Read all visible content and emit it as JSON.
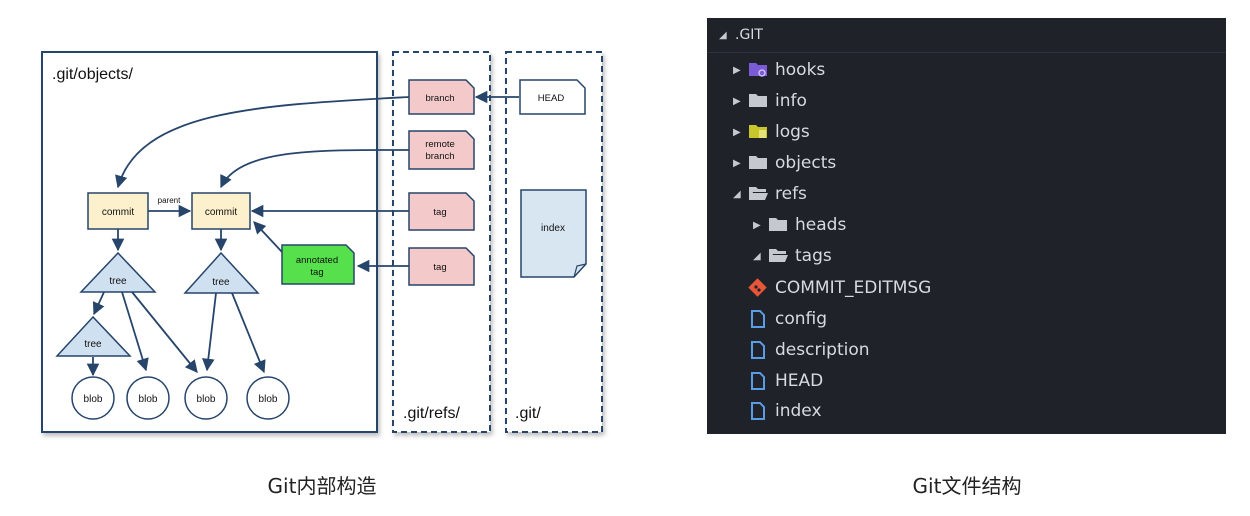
{
  "diagram": {
    "panel_labels": {
      "objects": ".git/objects/",
      "refs": ".git/refs/",
      "git": ".git/"
    },
    "nodes": {
      "commit1": "commit",
      "commit2": "commit",
      "parent": "parent",
      "tree1": "tree",
      "tree2": "tree",
      "tree3": "tree",
      "blob1": "blob",
      "blob2": "blob",
      "blob3": "blob",
      "blob4": "blob",
      "annotated_tag": [
        "annotated",
        "tag"
      ],
      "branch": "branch",
      "remote_branch": [
        "remote",
        "branch"
      ],
      "tag1": "tag",
      "tag2": "tag",
      "head": "HEAD",
      "index": "index"
    },
    "caption": "Git内部构造"
  },
  "file_tree": {
    "root": ".GIT",
    "items": [
      {
        "name": "hooks",
        "icon": "hooks-folder-icon",
        "expanded": false,
        "depth": 1
      },
      {
        "name": "info",
        "icon": "folder-icon",
        "expanded": false,
        "depth": 1
      },
      {
        "name": "logs",
        "icon": "logs-folder-icon",
        "expanded": false,
        "depth": 1
      },
      {
        "name": "objects",
        "icon": "folder-icon",
        "expanded": false,
        "depth": 1
      },
      {
        "name": "refs",
        "icon": "open-folder-icon",
        "expanded": true,
        "depth": 1
      },
      {
        "name": "heads",
        "icon": "folder-icon",
        "expanded": false,
        "depth": 2
      },
      {
        "name": "tags",
        "icon": "open-folder-icon",
        "expanded": true,
        "depth": 2
      },
      {
        "name": "COMMIT_EDITMSG",
        "icon": "git-icon",
        "depth": 1
      },
      {
        "name": "config",
        "icon": "file-icon",
        "depth": 1
      },
      {
        "name": "description",
        "icon": "file-icon",
        "depth": 1
      },
      {
        "name": "HEAD",
        "icon": "file-icon",
        "depth": 1
      },
      {
        "name": "index",
        "icon": "file-icon",
        "depth": 1
      }
    ],
    "caption": "Git文件结构"
  },
  "colors": {
    "commit_fill": "#fdf0cc",
    "tree_fill": "#cfe0f0",
    "ref_fill": "#f3c9c9",
    "annotated_fill": "#55e04c",
    "index_fill": "#d8e6f2",
    "line": "#27456b",
    "tree_bg": "#1f2329"
  }
}
